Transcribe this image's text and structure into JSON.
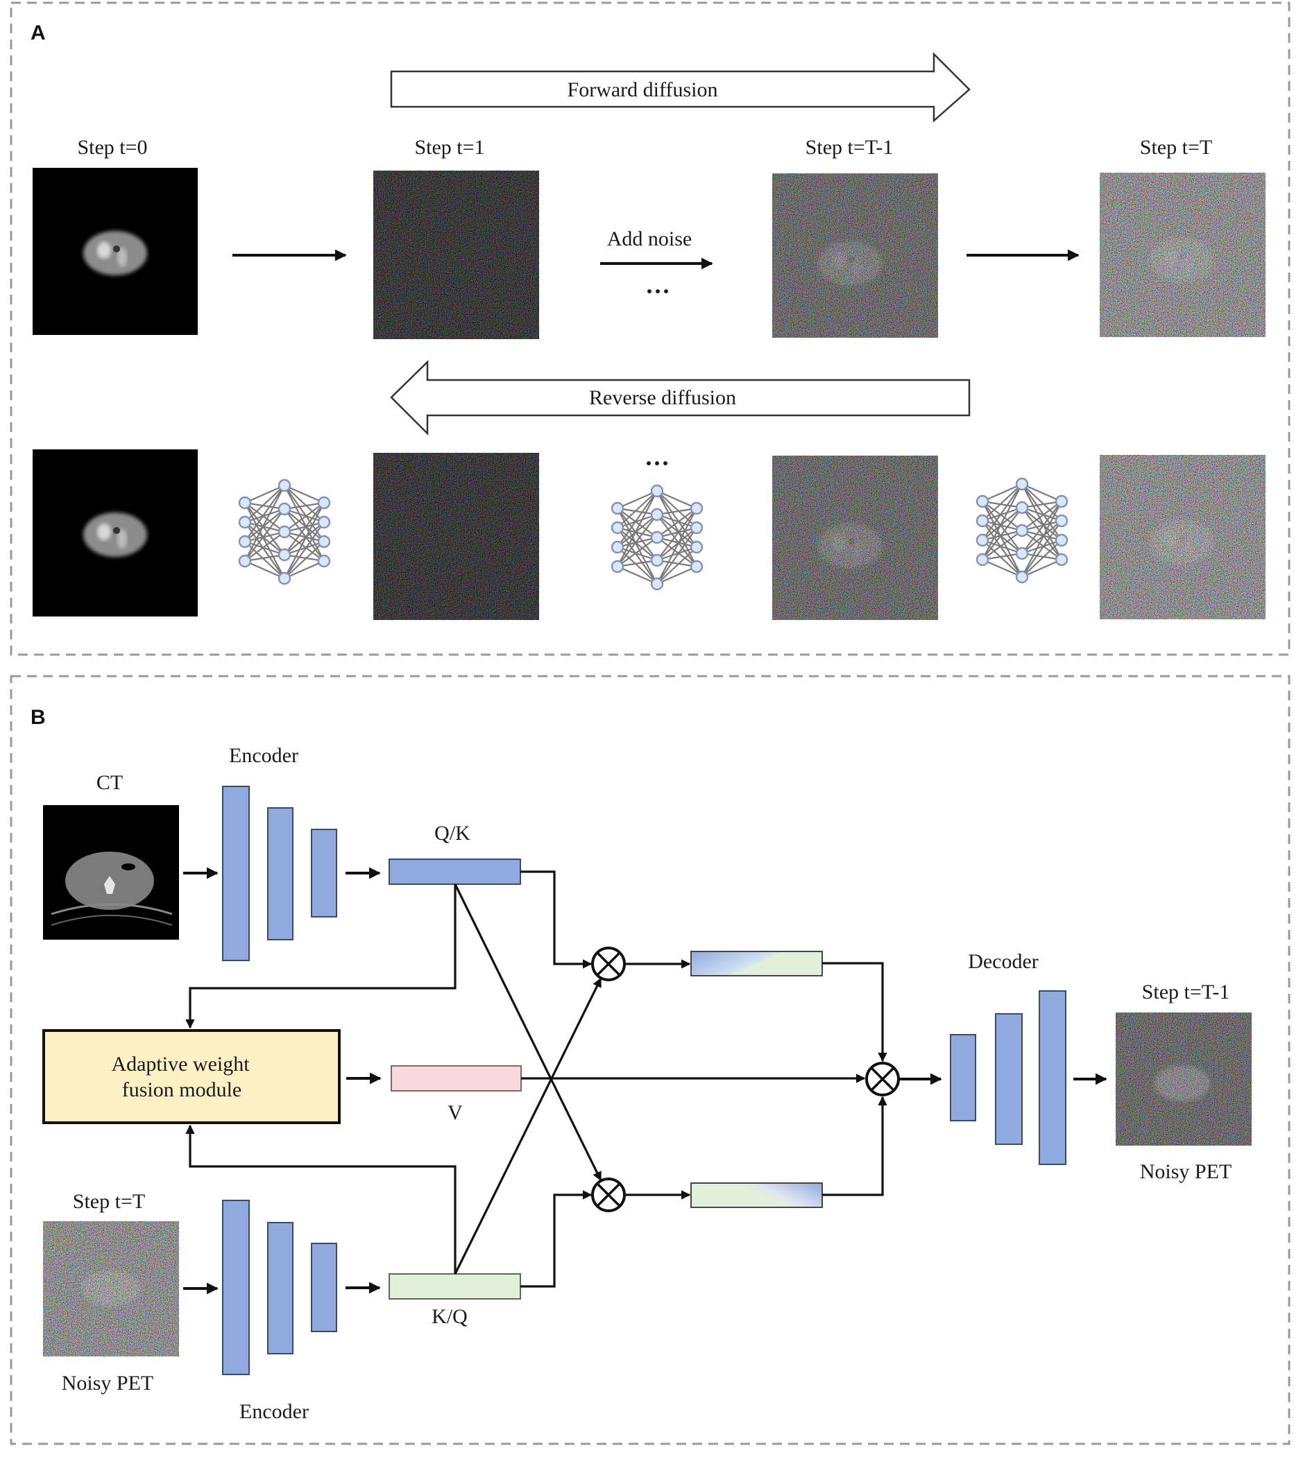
{
  "colors": {
    "encoder_block": "#8eaadf",
    "query_key_ct": "#8eaadf",
    "key_query_pet": "#e2efd9",
    "value": "#f9d9de",
    "fusion_module": "#fdf0c4",
    "panel_border": "#9a9a9a"
  },
  "panel_a": {
    "letter": "A",
    "forward_label": "Forward diffusion",
    "reverse_label": "Reverse diffusion",
    "add_noise_label": "Add noise",
    "ellipsis": "···",
    "steps": [
      "Step t=0",
      "Step t=1",
      "Step t=T-1",
      "Step t=T"
    ],
    "images": [
      {
        "name": "clean-pet",
        "noise": 0.0
      },
      {
        "name": "pet-step-1",
        "noise": 0.15
      },
      {
        "name": "pet-step-T-1",
        "noise": 0.55
      },
      {
        "name": "pet-step-T",
        "noise": 0.8
      }
    ],
    "denoiser_icon": "neural-network-icon"
  },
  "panel_b": {
    "letter": "B",
    "ct_label": "CT",
    "encoder_top_label": "Encoder",
    "encoder_bottom_label": "Encoder",
    "qk_label": "Q/K",
    "kq_label": "K/Q",
    "v_label": "V",
    "fusion_line1": "Adaptive weight",
    "fusion_line2": "fusion module",
    "input_step_label": "Step t=T",
    "input_caption": "Noisy PET",
    "decoder_label": "Decoder",
    "output_step_label": "Step t=T-1",
    "output_caption": "Noisy PET",
    "multiply_icon": "circled-times-icon"
  }
}
